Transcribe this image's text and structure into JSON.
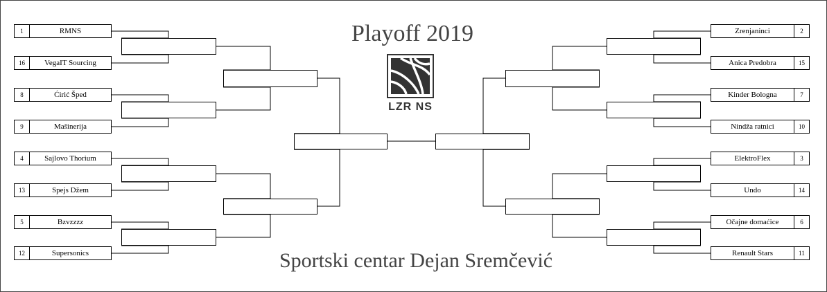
{
  "title": "Playoff 2019",
  "venue": "Sportski centar Dejan Sremčević",
  "logo": {
    "text": "LZR NS",
    "icon": "basketball-icon"
  },
  "left_teams": [
    {
      "seed": "1",
      "name": "RMNS"
    },
    {
      "seed": "16",
      "name": "VegaIT Sourcing"
    },
    {
      "seed": "8",
      "name": "Ćirić Šped"
    },
    {
      "seed": "9",
      "name": "Mašinerija"
    },
    {
      "seed": "4",
      "name": "Sajlovo Thorium"
    },
    {
      "seed": "13",
      "name": "Spejs Džem"
    },
    {
      "seed": "5",
      "name": "Bzvzzzz"
    },
    {
      "seed": "12",
      "name": "Supersonics"
    }
  ],
  "right_teams": [
    {
      "seed": "2",
      "name": "Zrenjaninci"
    },
    {
      "seed": "15",
      "name": "Anica Predobra"
    },
    {
      "seed": "7",
      "name": "Kinder Bologna"
    },
    {
      "seed": "10",
      "name": "Nindža ratnici"
    },
    {
      "seed": "3",
      "name": "ElektroFlex"
    },
    {
      "seed": "14",
      "name": "Undo"
    },
    {
      "seed": "6",
      "name": "Očajne domaćice"
    },
    {
      "seed": "11",
      "name": "Renault Stars"
    }
  ],
  "colors": {
    "line": "#000000",
    "title_text": "#444444",
    "frame": "#444444"
  }
}
